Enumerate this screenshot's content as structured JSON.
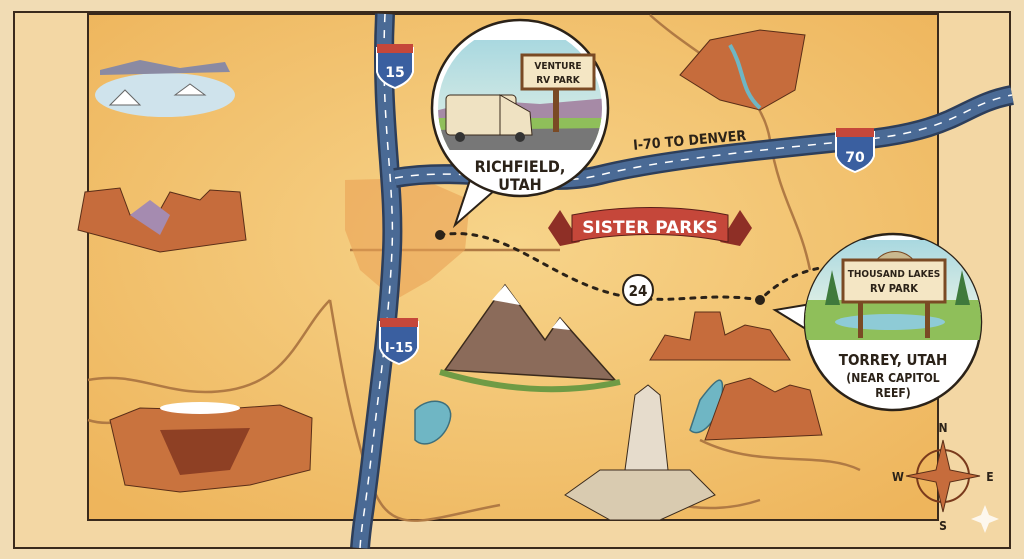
{
  "banner": {
    "title": "SISTER PARKS"
  },
  "highways": {
    "i15_top_shield": "15",
    "i15_mid_shield": "I-15",
    "i70_shield": "70",
    "i70_label": "I-70 TO DENVER",
    "route_24": "24"
  },
  "locations": [
    {
      "sign": [
        "VENTURE",
        "RV PARK"
      ],
      "city": [
        "RICHFIELD,",
        "UTAH"
      ]
    },
    {
      "sign": [
        "THOUSAND LAKES",
        "RV PARK"
      ],
      "city": [
        "TORREY, UTAH",
        "(NEAR CAPITOL",
        "REEF)"
      ]
    }
  ],
  "compass": {
    "n": "N",
    "s": "S",
    "e": "E",
    "w": "W"
  },
  "colors": {
    "land": "#f3c46e",
    "road": "#4a6a95",
    "banner": "#c5473a",
    "water": "#6fb6c4"
  }
}
